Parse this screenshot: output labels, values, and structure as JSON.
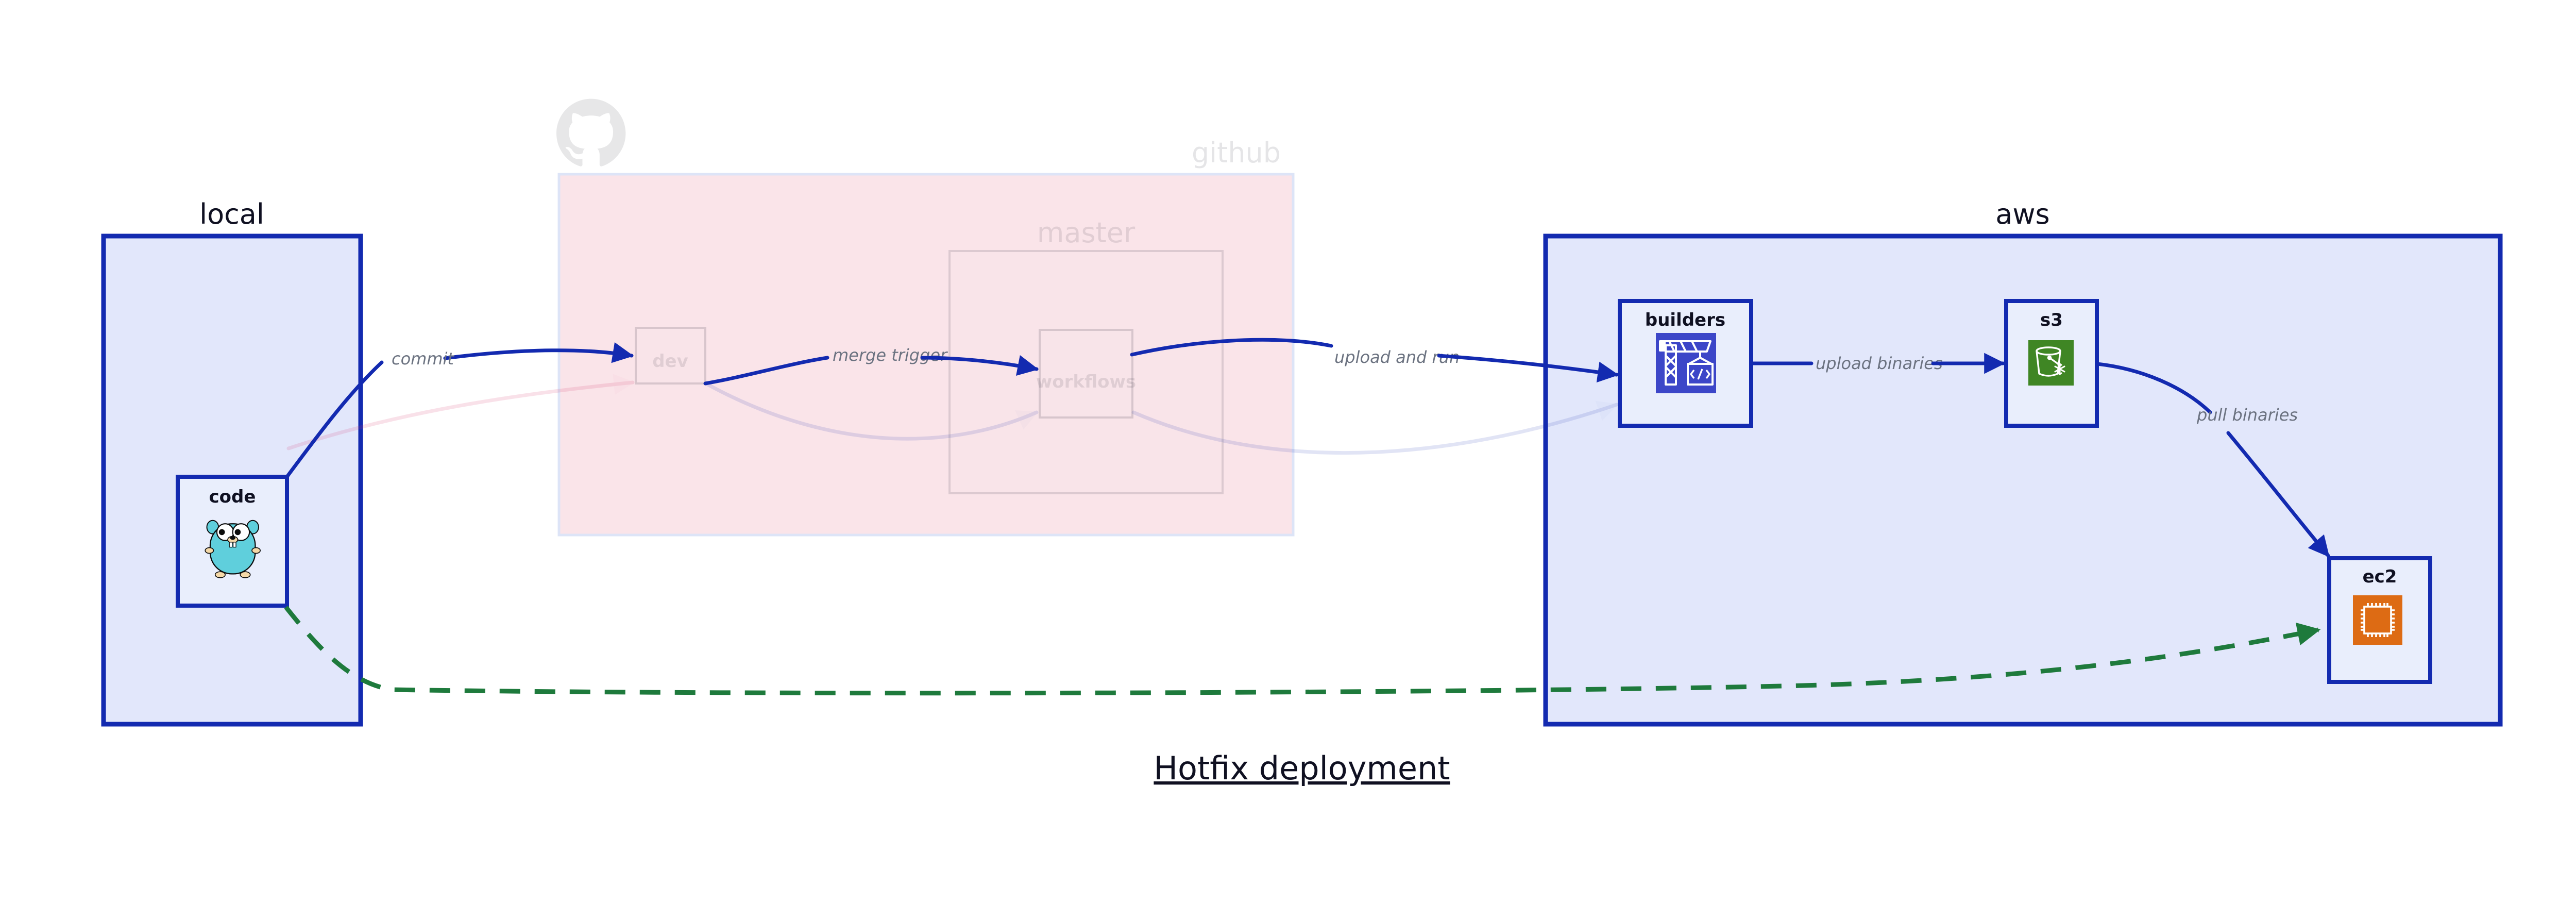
{
  "title": {
    "text": "Hotfix deployment"
  },
  "clusters": [
    {
      "id": "local",
      "label": "local",
      "state": "active",
      "accent": "#132ab0",
      "fill": "#e2e7fb"
    },
    {
      "id": "github",
      "label": "github",
      "state": "faded",
      "accent": "#dde4f7",
      "fill": "#fae4e9",
      "logo": "github-logo-icon",
      "inner_cluster": {
        "id": "master",
        "label": "master",
        "state": "faded"
      }
    },
    {
      "id": "aws",
      "label": "aws",
      "state": "active",
      "accent": "#132ab0",
      "fill": "#e2e7fb"
    }
  ],
  "nodes": [
    {
      "id": "code",
      "label": "code",
      "cluster": "local",
      "state": "active",
      "icon": "go-gopher-icon",
      "icon_color": "#5fcfdc"
    },
    {
      "id": "dev",
      "label": "dev",
      "cluster": "github",
      "state": "faded",
      "icon": "git-branch-icon"
    },
    {
      "id": "workflows",
      "label": "workflows",
      "cluster": "master",
      "state": "faded",
      "icon": "github-actions-icon"
    },
    {
      "id": "builders",
      "label": "builders",
      "cluster": "aws",
      "state": "active",
      "icon": "crane-code-icon",
      "icon_color": "#3c46c8"
    },
    {
      "id": "s3",
      "label": "s3",
      "cluster": "aws",
      "state": "active",
      "icon": "s3-bucket-glacier-icon",
      "icon_color": "#3f8624"
    },
    {
      "id": "ec2",
      "label": "ec2",
      "cluster": "aws",
      "state": "active",
      "icon": "cpu-chip-icon",
      "icon_color": "#dd6b14"
    }
  ],
  "edges": [
    {
      "id": "code-to-dev",
      "from": "code",
      "to": "dev",
      "label": "commit",
      "style": "solid",
      "color": "#132ab0",
      "state": "active"
    },
    {
      "id": "dev-to-workflows",
      "from": "dev",
      "to": "workflows",
      "label": "merge trigger",
      "style": "solid",
      "color": "#132ab0",
      "state": "active"
    },
    {
      "id": "workflows-to-builders",
      "from": "workflows",
      "to": "builders",
      "label": "upload and run",
      "style": "solid",
      "color": "#132ab0",
      "state": "active"
    },
    {
      "id": "builders-to-s3",
      "from": "builders",
      "to": "s3",
      "label": "upload binaries",
      "style": "solid",
      "color": "#132ab0",
      "state": "active"
    },
    {
      "id": "s3-to-ec2",
      "from": "s3",
      "to": "ec2",
      "label": "pull binaries",
      "style": "solid",
      "color": "#132ab0",
      "state": "active"
    },
    {
      "id": "code-to-ec2",
      "from": "code",
      "to": "ec2",
      "label": "",
      "style": "dashed",
      "color": "#1e7a3c",
      "state": "active"
    },
    {
      "id": "faded-code-to-dev-return",
      "from": "code",
      "to": "dev",
      "label": "",
      "style": "solid",
      "color": "#d6336c",
      "state": "faded"
    },
    {
      "id": "faded-dev-to-workflows-return",
      "from": "dev",
      "to": "workflows",
      "label": "",
      "style": "solid",
      "color": "#132ab0",
      "state": "faded"
    },
    {
      "id": "faded-workflows-to-builders-return",
      "from": "workflows",
      "to": "builders",
      "label": "",
      "style": "solid",
      "color": "#132ab0",
      "state": "faded"
    }
  ]
}
